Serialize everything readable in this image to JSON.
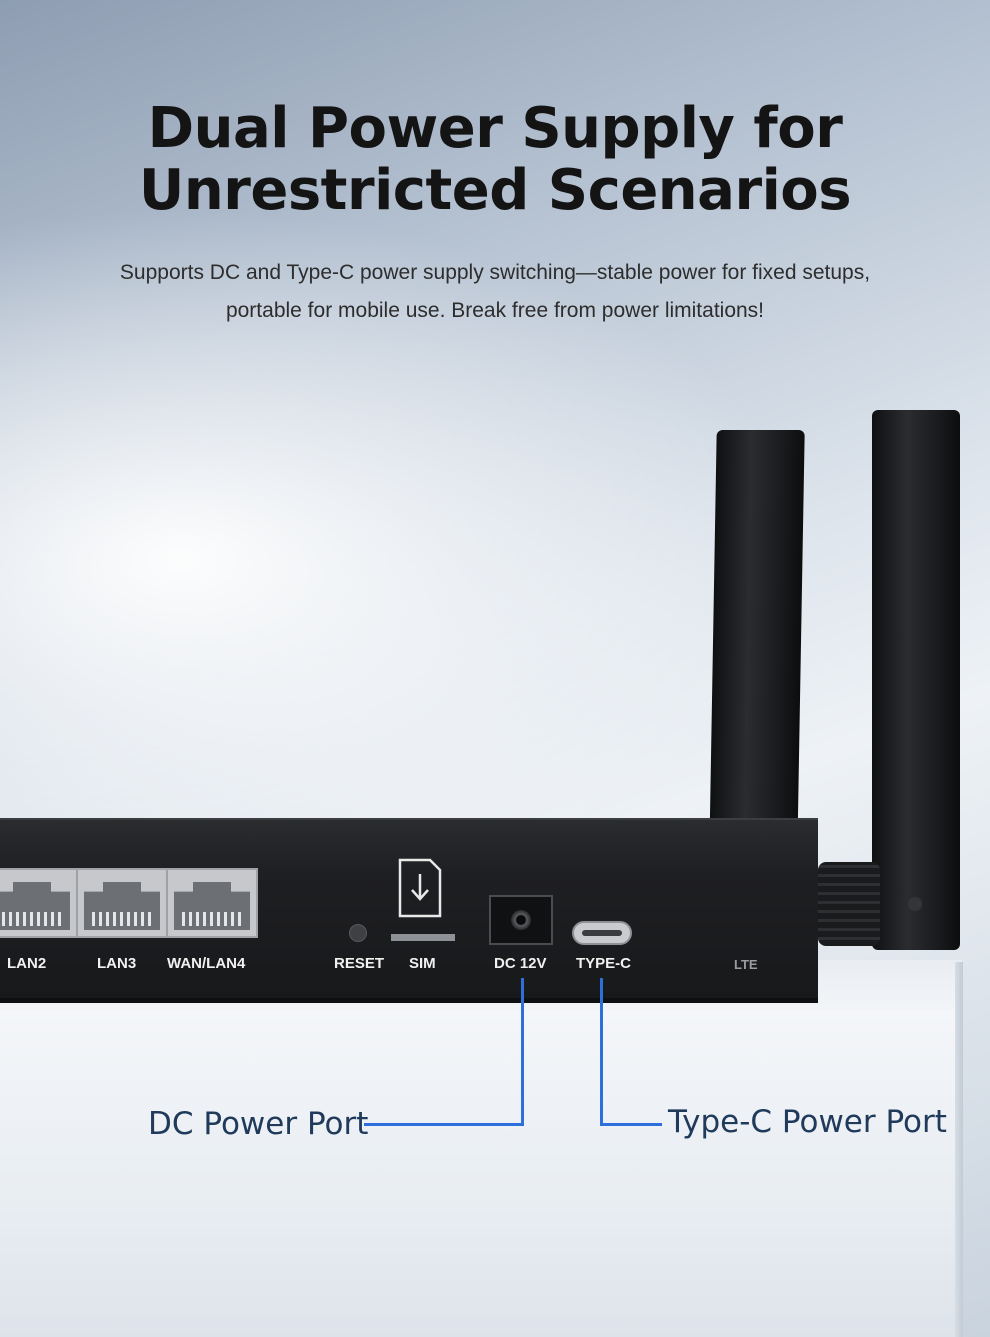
{
  "headline": {
    "line1": "Dual Power Supply for",
    "line2": "Unrestricted Scenarios"
  },
  "subtitle": {
    "line1": "Supports DC and Type-C power supply switching—stable power for fixed setups,",
    "line2": "portable for mobile use. Break free from power limitations!"
  },
  "ports": {
    "lan2": "LAN2",
    "lan3": "LAN3",
    "wan": "WAN/LAN4",
    "reset": "RESET",
    "sim": "SIM",
    "dc": "DC 12V",
    "typec": "TYPE-C",
    "lte": "LTE"
  },
  "callouts": {
    "dc": "DC Power Port",
    "typec": "Type-C Power Port"
  },
  "colors": {
    "callout_line": "#2f6fdc",
    "callout_text": "#1f3a5a",
    "device_body": "#1e1f22"
  }
}
